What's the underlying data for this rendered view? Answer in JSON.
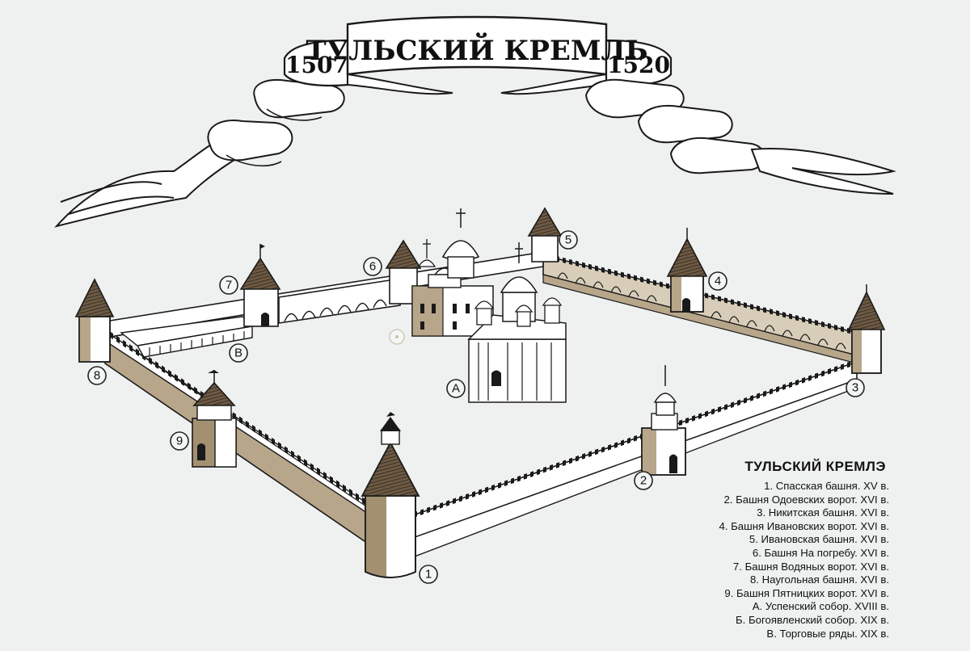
{
  "banner": {
    "title": "ТУЛЬСКИЙ КРЕМЛЬ",
    "year_start": "1507",
    "year_end": "1520"
  },
  "markers": {
    "towers": [
      "1",
      "2",
      "3",
      "4",
      "5",
      "6",
      "7",
      "8",
      "9"
    ],
    "buildings": [
      "А",
      "В"
    ]
  },
  "legend": {
    "title": "ТУЛЬСКИЙ КРЕМЛЭ",
    "items": [
      "1. Спасская башня. XV в.",
      "2. Башня Одоевских ворот. XVI в.",
      "3. Никитская башня. XVI в.",
      "4. Башня Ивановских ворот. XVI в.",
      "5. Ивановская башня. XVI в.",
      "6. Башня На погребу. XVI в.",
      "7. Башня Водяных ворот. XVI в.",
      "8. Наугольная башня. XVI в.",
      "9. Башня Пятницких ворот. XVI в.",
      "А. Успенский собор. XVIII в.",
      "Б. Богоявленский собор. XIX в.",
      "В. Торговые ряды. XIX в."
    ]
  },
  "colors": {
    "background": "#eef1f0",
    "wall_shade": "#b8a68a",
    "tower_shade": "#a39071",
    "line": "#1a1a1a"
  }
}
